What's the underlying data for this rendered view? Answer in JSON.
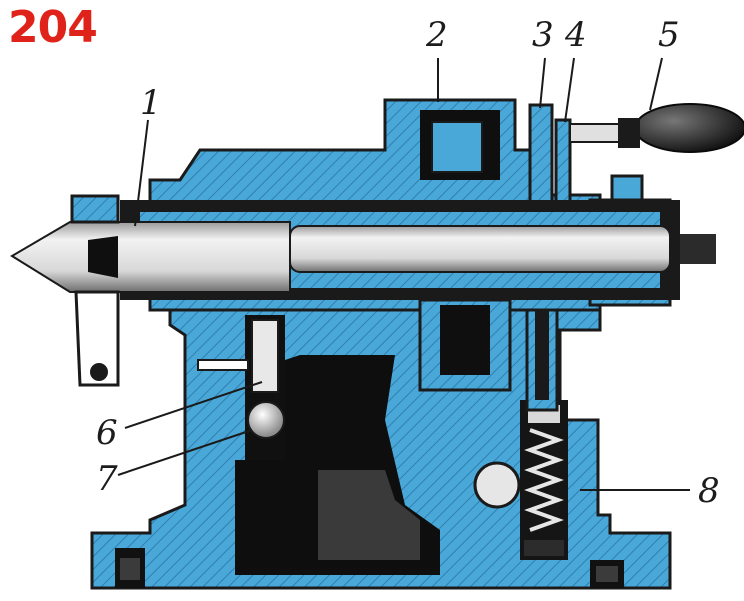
{
  "figure": {
    "number": "204",
    "number_color": "#e0231a",
    "body_color": "#4aa8d8",
    "shadow_color": "#111111",
    "metal_color": "#e6e6e6"
  },
  "callouts": {
    "c1": "1",
    "c2": "2",
    "c3": "3",
    "c4": "4",
    "c5": "5",
    "c6": "6",
    "c7": "7",
    "c8": "8"
  }
}
